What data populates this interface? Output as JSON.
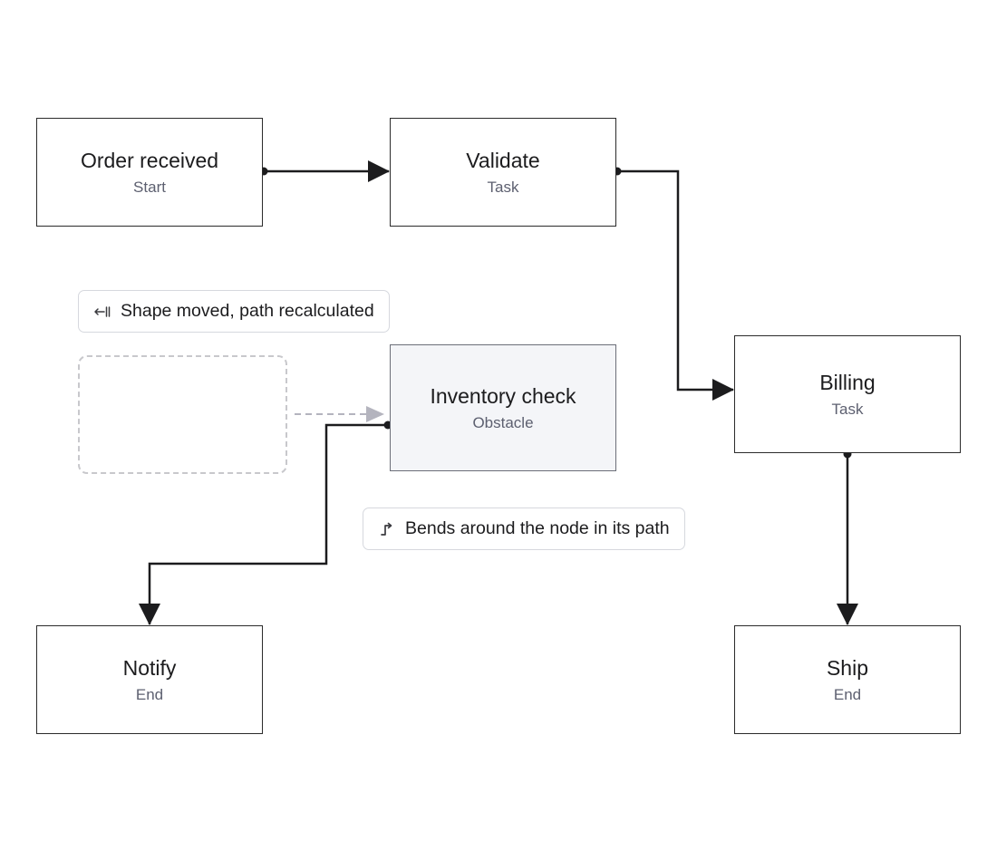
{
  "nodes": {
    "order_received": {
      "title": "Order received",
      "subtitle": "Start"
    },
    "validate": {
      "title": "Validate",
      "subtitle": "Task"
    },
    "inventory_check": {
      "title": "Inventory check",
      "subtitle": "Obstacle"
    },
    "billing": {
      "title": "Billing",
      "subtitle": "Task"
    },
    "notify": {
      "title": "Notify",
      "subtitle": "End"
    },
    "ship": {
      "title": "Ship",
      "subtitle": "End"
    }
  },
  "callouts": {
    "shape_moved": {
      "text": "Shape moved, path recalculated",
      "icon": "arrow-left-to-bar-icon"
    },
    "bends_around": {
      "text": "Bends around the node in its path",
      "icon": "bend-arrow-icon"
    }
  },
  "edges": [
    {
      "from": "Order received",
      "to": "Validate"
    },
    {
      "from": "Validate",
      "to": "Billing"
    },
    {
      "from": "Billing",
      "to": "Ship"
    },
    {
      "from": "Inventory check",
      "to": "Notify"
    }
  ],
  "colors": {
    "connector": "#1c1c1e",
    "ghost_outline": "#c8c8cc",
    "ghost_arrow": "#b4b4be",
    "obstacle_fill": "#f4f5f8",
    "subtitle_text": "#5d6070"
  }
}
